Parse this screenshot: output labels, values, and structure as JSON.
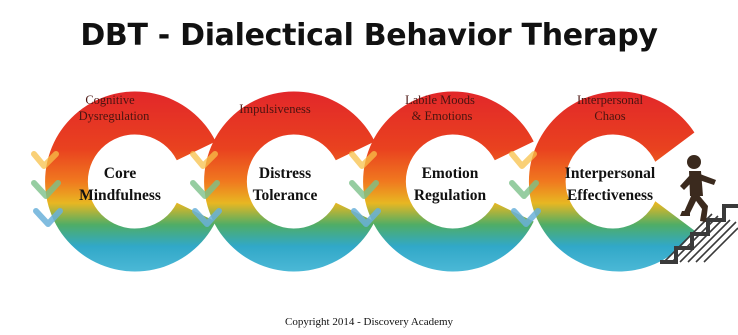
{
  "title": "DBT - Dialectical Behavior Therapy",
  "modules": [
    {
      "problem": [
        "Cognitive",
        "Dysregulation"
      ],
      "skill": [
        "Core",
        "Mindfulness"
      ]
    },
    {
      "problem": [
        "Impulsiveness"
      ],
      "skill": [
        "Distress",
        "Tolerance"
      ]
    },
    {
      "problem": [
        "Labile Moods",
        "& Emotions"
      ],
      "skill": [
        "Emotion",
        "Regulation"
      ]
    },
    {
      "problem": [
        "Interpersonal",
        "Chaos"
      ],
      "skill": [
        "Interpersonal",
        "Effectiveness"
      ]
    }
  ],
  "colors": {
    "red": "#e2272a",
    "orange": "#f0791f",
    "yellow": "#e8b722",
    "green": "#4fad66",
    "blue": "#31a8c8",
    "chevron": "#5aa2cf",
    "figure": "#3b2a1e",
    "stairs": "#3a3a3a"
  },
  "copyright": "Copyright 2014 - Discovery Academy",
  "icons": [
    "chevron-arrow",
    "climbing-person",
    "staircase"
  ]
}
